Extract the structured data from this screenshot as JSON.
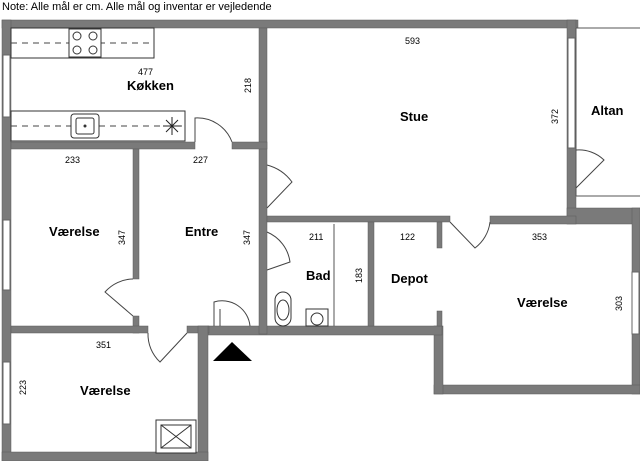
{
  "note": "Note: Alle mål er cm. Alle mål og inventar er vejledende",
  "rooms": {
    "kitchen": "Køkken",
    "living": "Stue",
    "balcony": "Altan",
    "bedroom_left": "Værelse",
    "entrance": "Entre",
    "bath": "Bad",
    "storage": "Depot",
    "bedroom_right": "Værelse",
    "bedroom_bottom": "Værelse"
  },
  "dimensions": {
    "kitchen_width": "477",
    "kitchen_depth": "218",
    "living_width": "593",
    "living_depth": "372",
    "bedroom_left_width": "233",
    "bedroom_left_depth": "347",
    "entrance_width": "227",
    "entrance_depth": "347",
    "bath_width": "211",
    "bath_depth": "183",
    "storage_width": "122",
    "bedroom_right_width": "353",
    "bedroom_right_depth": "303",
    "bedroom_bottom_width": "351",
    "bedroom_bottom_depth": "223"
  },
  "icons": {
    "entrance_marker": "triangle-arrow-icon",
    "stove": "stove-icon",
    "sink": "sink-icon",
    "toilet": "toilet-icon",
    "basin": "washbasin-icon",
    "shaft": "shaft-icon"
  }
}
